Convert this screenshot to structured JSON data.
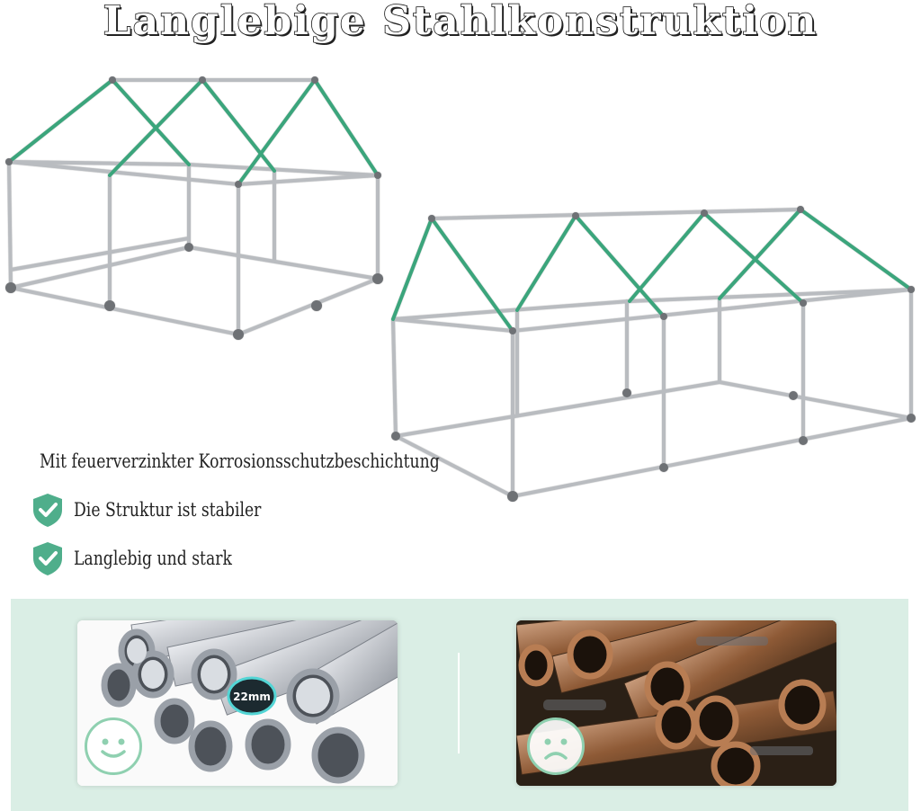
{
  "header": {
    "title": "Langlebige Stahlkonstruktion"
  },
  "features": [
    {
      "icon": "shield-check-icon",
      "text": "Mit feuerverzinkter Korrosionsschutzbeschichtung"
    },
    {
      "icon": "shield-check-icon",
      "text": "Die Struktur ist stabiler"
    },
    {
      "icon": "shield-check-icon",
      "text": "Langlebig und stark"
    }
  ],
  "comparison": {
    "good": {
      "badge": "22mm",
      "icon": "smiley-happy-icon"
    },
    "bad": {
      "icon": "smiley-sad-icon"
    }
  },
  "colors": {
    "accent_green": "#4fae8b",
    "pole_green": "#3aa57c",
    "pole_gray": "#b9bcc0",
    "panel_bg": "#daeee5"
  }
}
